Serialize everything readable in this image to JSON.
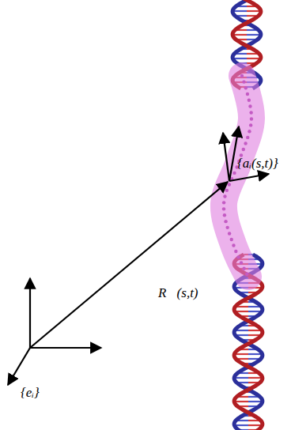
{
  "diagram": {
    "labels": [
      "{aᵢ(s,t)}",
      "R⃗(s,t)",
      "{eᵢ}"
    ]
  }
}
